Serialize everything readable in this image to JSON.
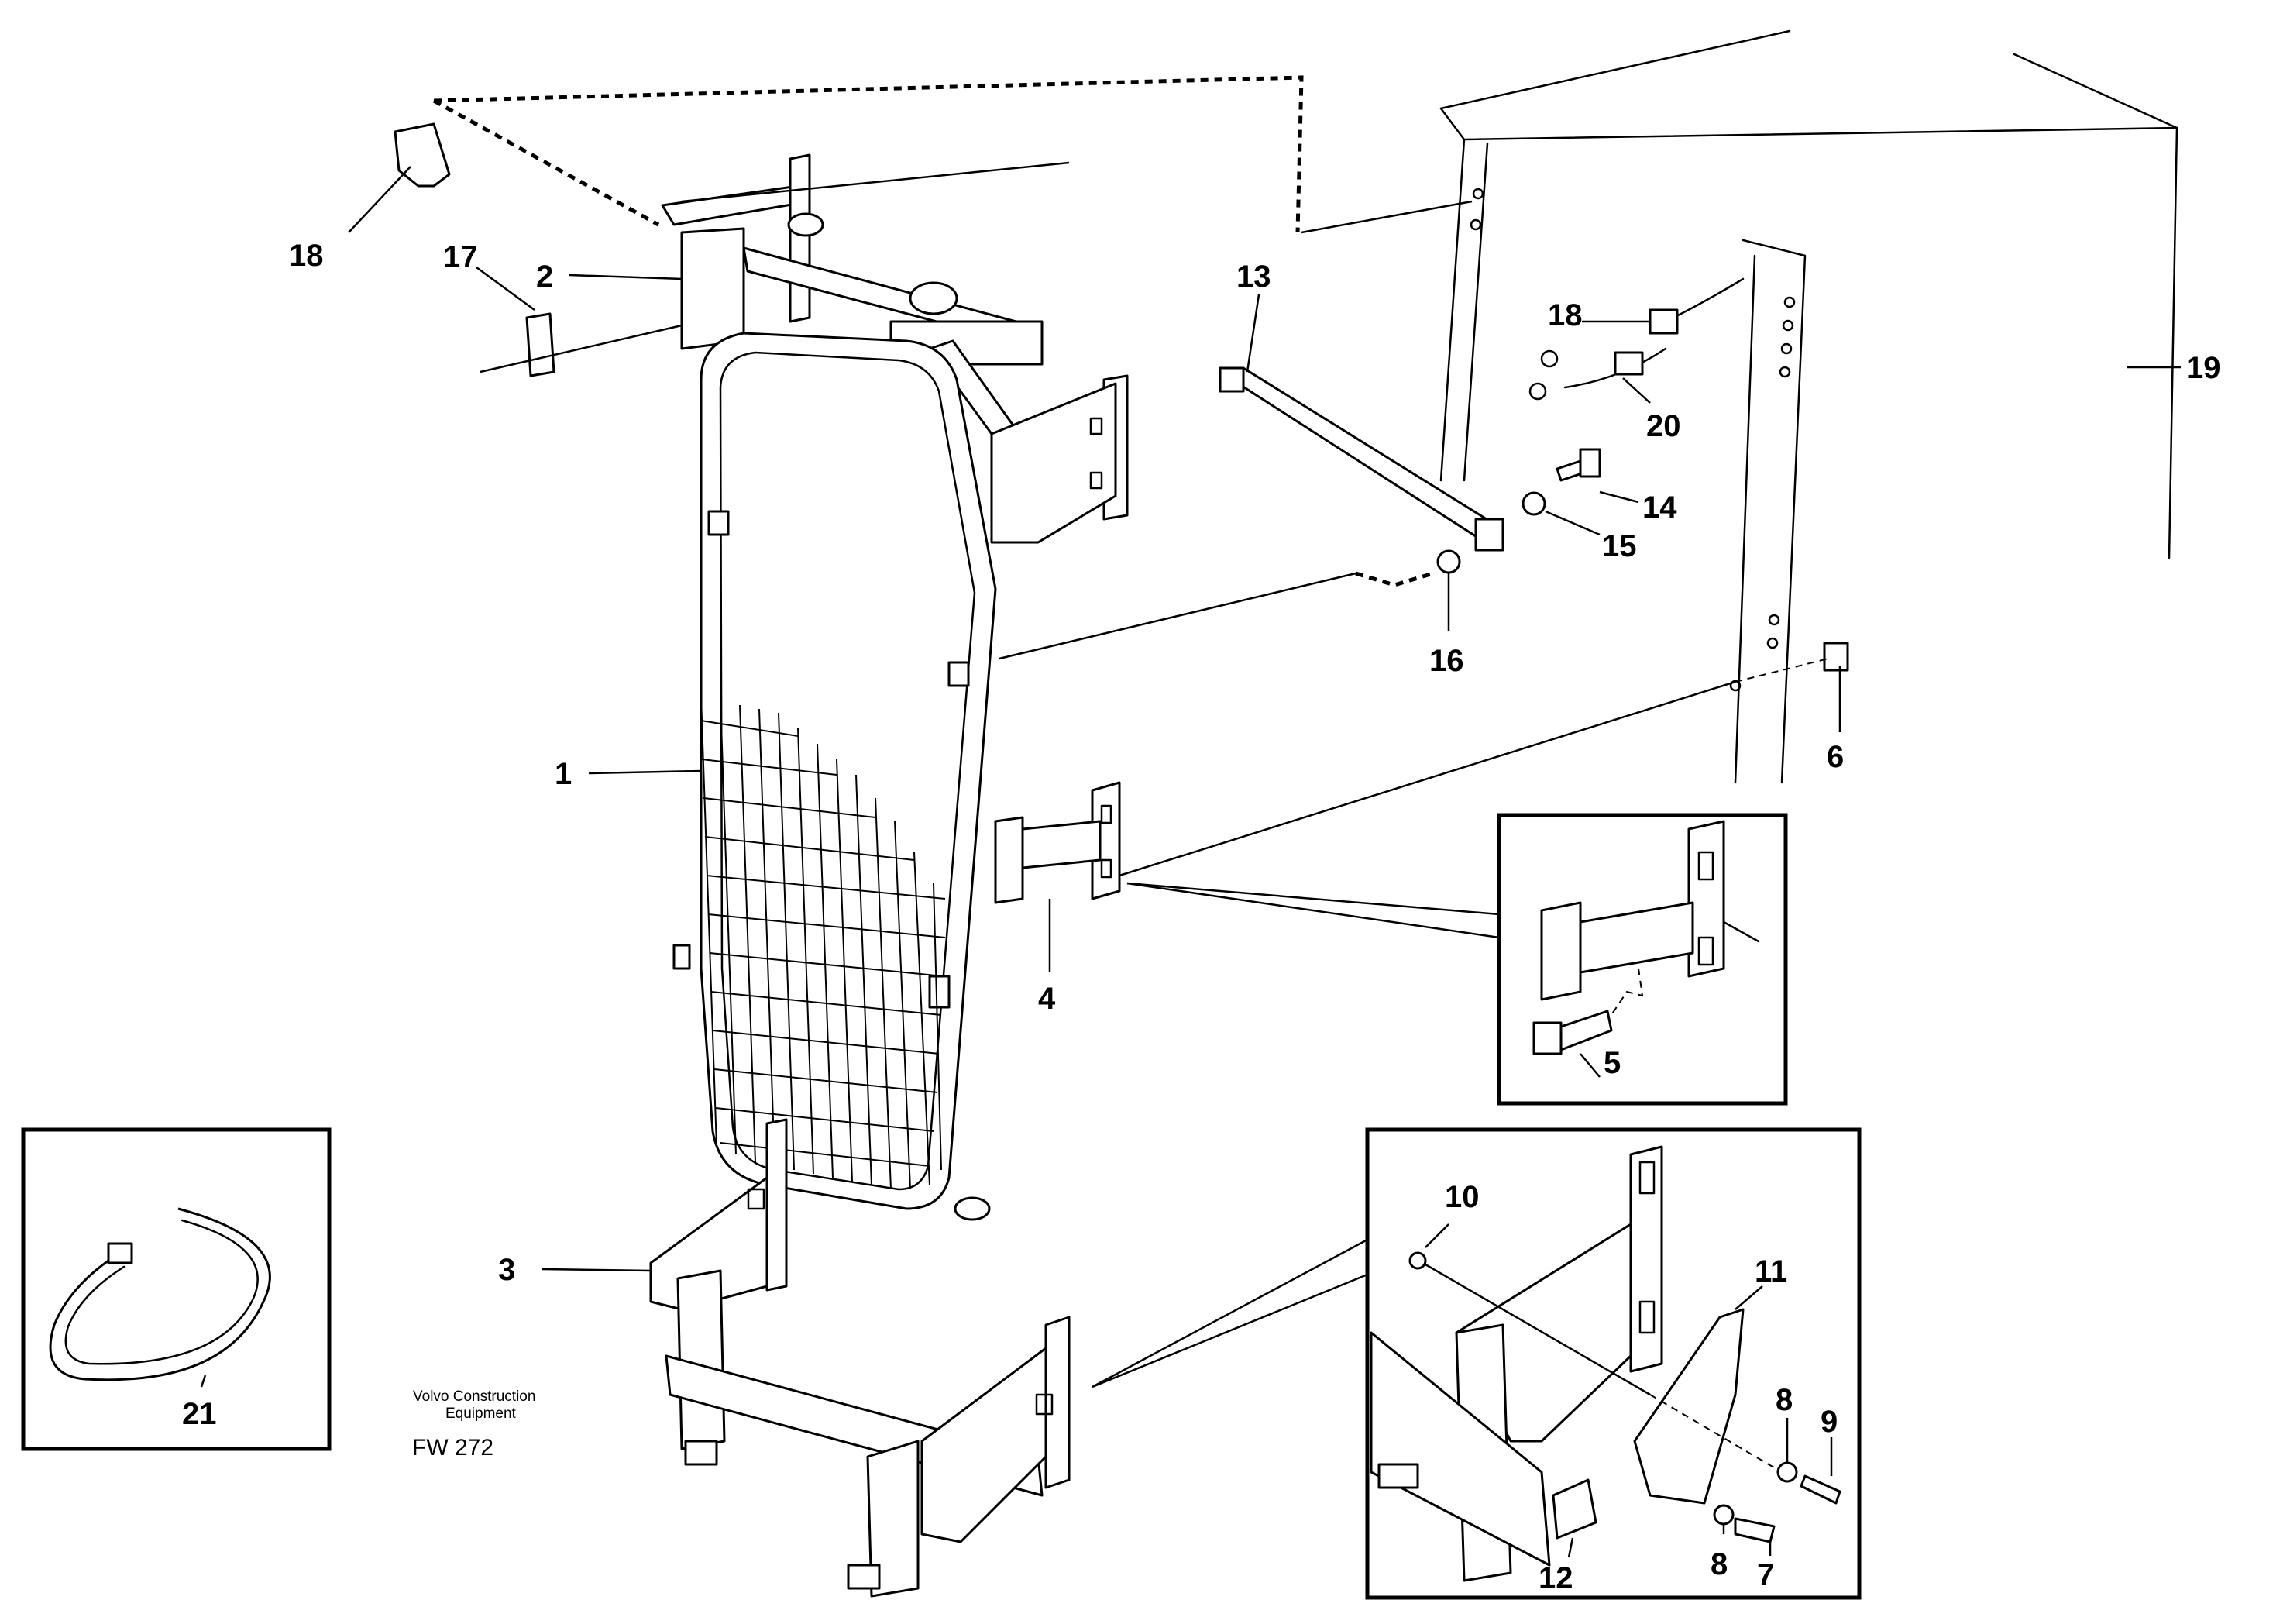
{
  "diagram": {
    "caption_line1": "Volvo Construction",
    "caption_line2": "Equipment",
    "drawing_code": "FW 272",
    "callouts": {
      "c1": "1",
      "c2": "2",
      "c3": "3",
      "c4": "4",
      "c5": "5",
      "c6": "6",
      "c7": "7",
      "c8a": "8",
      "c8b": "8",
      "c9": "9",
      "c10": "10",
      "c11": "11",
      "c12": "12",
      "c13": "13",
      "c14": "14",
      "c15": "15",
      "c16": "16",
      "c17": "17",
      "c18a": "18",
      "c18b": "18",
      "c19": "19",
      "c20": "20",
      "c21": "21"
    }
  }
}
